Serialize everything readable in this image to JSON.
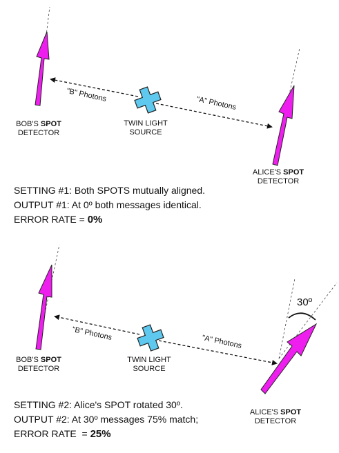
{
  "panel1": {
    "bob_label_prefix": "BOB'S",
    "bob_label_bold": "SPOT",
    "bob_label_line2": "DETECTOR",
    "alice_label_prefix": "ALICE'S",
    "alice_label_bold": "SPOT",
    "alice_label_line2": "DETECTOR",
    "source_line1": "TWIN LIGHT",
    "source_line2": "SOURCE",
    "b_photons": "\"B\" Photons",
    "a_photons": "\"A\" Photons",
    "setting_line": "SETTING #1: Both SPOTS mutually aligned.",
    "output_line": "OUTPUT #1: At 0º both messages identical.",
    "error_prefix": "ERROR RATE = ",
    "error_value": "0%"
  },
  "panel2": {
    "bob_label_prefix": "BOB'S",
    "bob_label_bold": "SPOT",
    "bob_label_line2": "DETECTOR",
    "alice_label_prefix": "ALICE'S",
    "alice_label_bold": "SPOT",
    "alice_label_line2": "DETECTOR",
    "source_line1": "TWIN LIGHT",
    "source_line2": "SOURCE",
    "b_photons": "\"B\" Photons",
    "a_photons": "\"A\" Photons",
    "angle_label": "30º",
    "setting_line": "SETTING #2: Alice's SPOT rotated 30º.",
    "output_line": "OUTPUT #2: At 30º messages 75% match;",
    "error_prefix": "ERROR RATE  = ",
    "error_value": "25%"
  },
  "colors": {
    "arrow_fill": "#ee1fee",
    "source_fill": "#5ec8ee",
    "outline": "#222222"
  }
}
